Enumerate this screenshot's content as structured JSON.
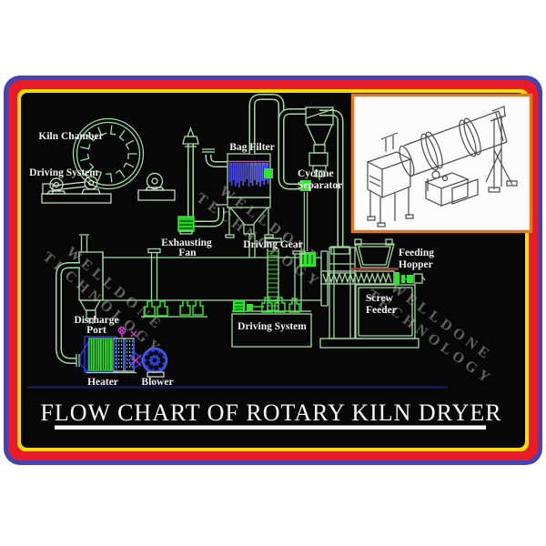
{
  "title": {
    "text": "FLOW CHART OF ROTARY KILN DRYER"
  },
  "watermark": {
    "line1": "WELLDONE",
    "line2": "TECHNOLOGY"
  },
  "labels": {
    "kiln_chamber": "Kiln Chamber",
    "driving_system_left": "Driving System",
    "bag_filter": "Bag Filter",
    "cyclone_1": "Cyclone",
    "cyclone_2": "Separator",
    "exhausting_1": "Exhausting",
    "exhausting_2": "Fan",
    "driving_gear": "Driving Gear",
    "feeding_1": "Feeding",
    "feeding_2": "Hopper",
    "screw_1": "Screw",
    "screw_2": "Feeder",
    "discharge_1": "Discharge",
    "discharge_2": "Port",
    "driving_system_center": "Driving System",
    "heater": "Heater",
    "blower": "Blower"
  },
  "colors": {
    "border_blue": "#4543b2",
    "border_red": "#e81c28",
    "border_yellow": "#f6dc00",
    "background_black": "#070707",
    "line_green": "#a4dba4",
    "bright_green": "#2ee62e",
    "bag_blue": "#4747dd",
    "accent_blue": "#2b3fd6",
    "magenta": "#d83cd8",
    "cyan": "#3ad0d0",
    "brown": "#8a4632",
    "inset_border_orange": "#e2761f",
    "watermark_gray": "#9a9a9a",
    "navy_line": "#1c1c66",
    "title_white": "#fafafa"
  }
}
